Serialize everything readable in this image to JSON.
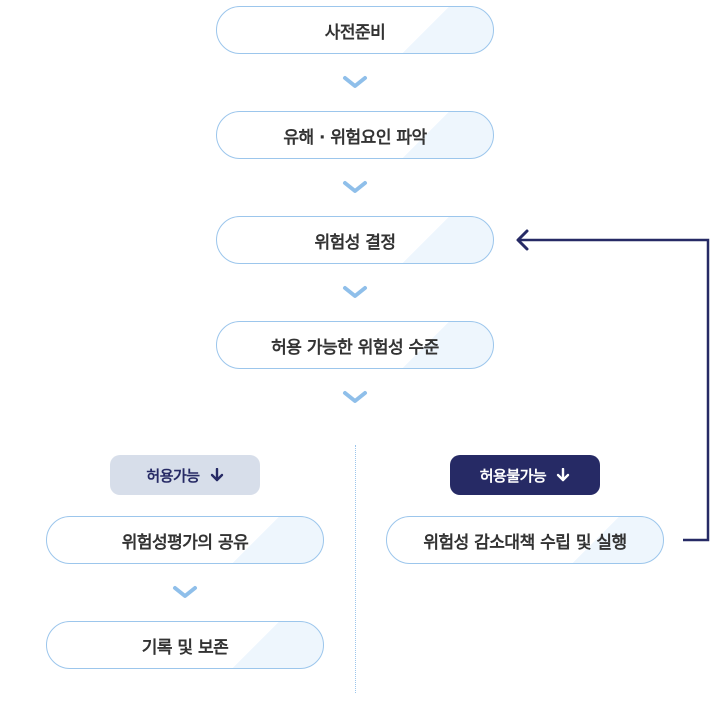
{
  "flow": {
    "steps": [
      {
        "label": "사전준비"
      },
      {
        "label": "유해 · 위험요인 파악"
      },
      {
        "label": "위험성 결정"
      },
      {
        "label": "허용 가능한 위험성 수준"
      }
    ]
  },
  "branches": {
    "acceptable": {
      "badge": "허용가능",
      "steps": [
        {
          "label": "위험성평가의 공유"
        },
        {
          "label": "기록 및 보존"
        }
      ]
    },
    "unacceptable": {
      "badge": "허용불가능",
      "steps": [
        {
          "label": "위험성 감소대책 수립 및 실행"
        }
      ],
      "loops_back_to": "위험성 결정"
    }
  },
  "colors": {
    "border": "#9cc6ec",
    "chevron": "#8fbfea",
    "navy": "#262a65",
    "badge_light": "#d7deea",
    "text": "#333333"
  }
}
